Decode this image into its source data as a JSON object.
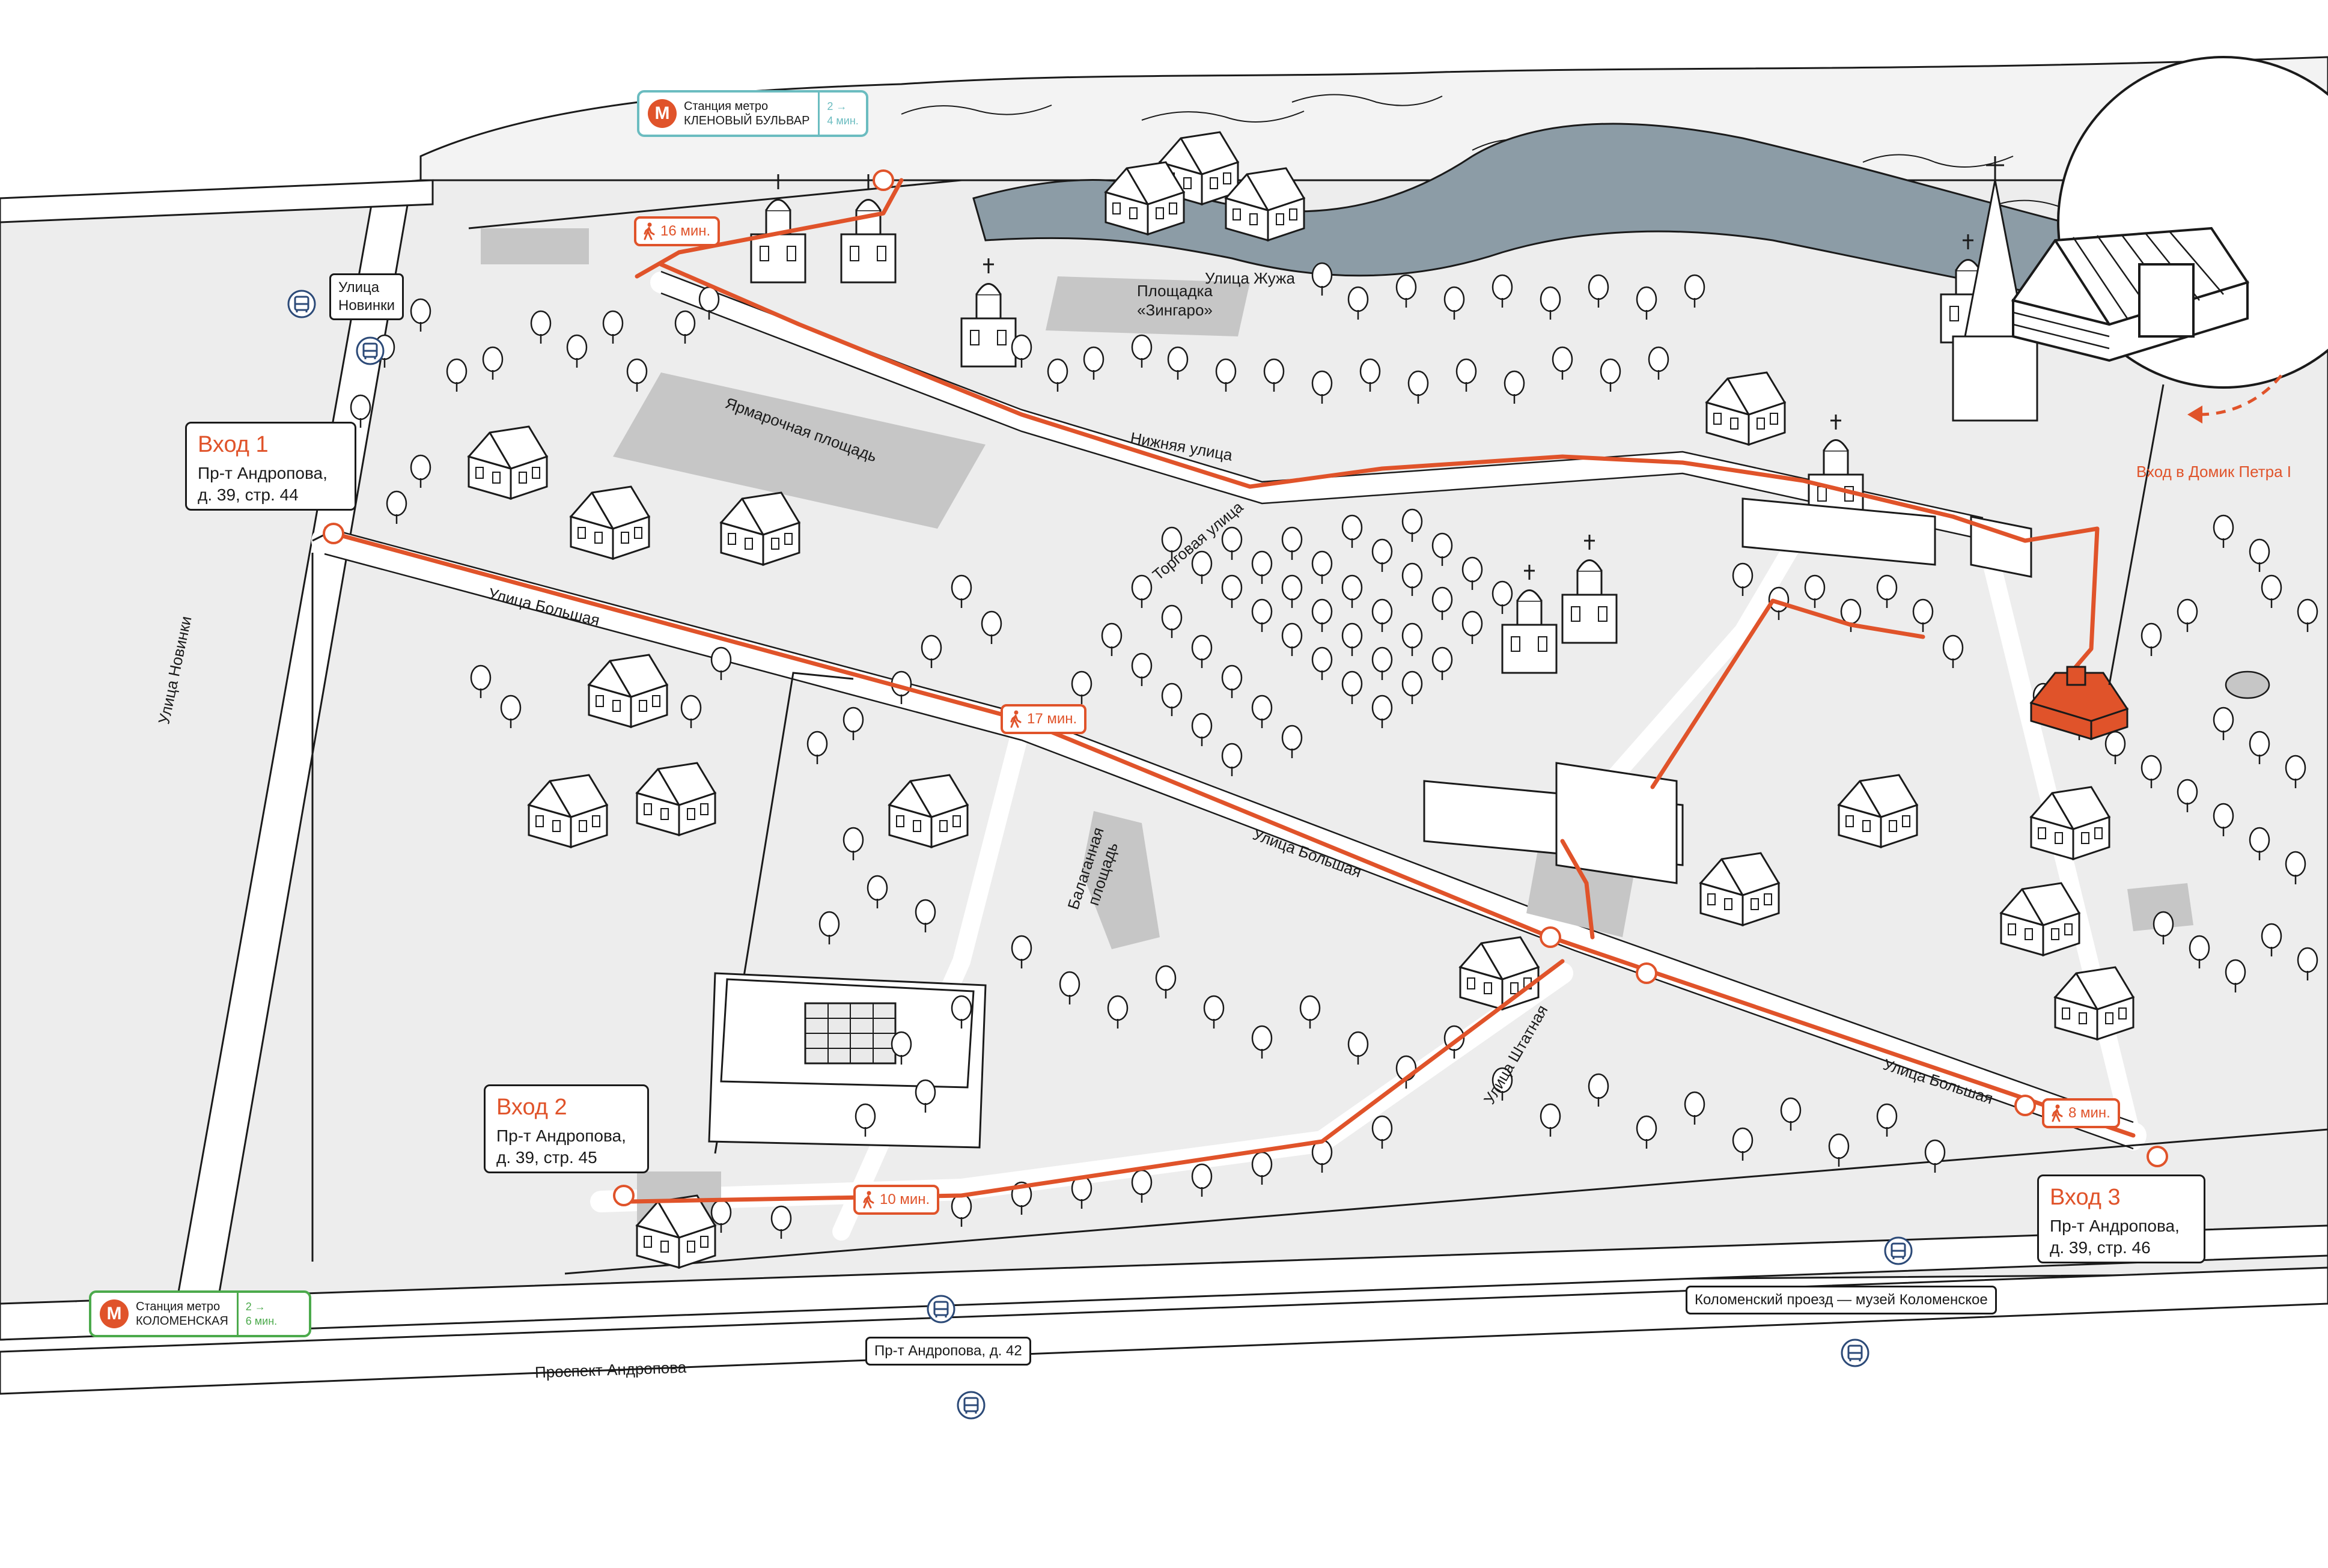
{
  "colors": {
    "accent": "#e0532a",
    "metro_kl": "#6bbcc0",
    "metro_kol": "#4caa4c",
    "river": "#8c9ca6",
    "plaza": "#c6c6c6",
    "road_fill": "#ffffff",
    "ground": "#ededed",
    "line": "#1a1a1a"
  },
  "entrances": [
    {
      "title": "Вход 1",
      "addr1": "Пр-т Андропова,",
      "addr2": "д. 39, стр. 44"
    },
    {
      "title": "Вход 2",
      "addr1": "Пр-т Андропова,",
      "addr2": "д. 39, стр. 45"
    },
    {
      "title": "Вход 3",
      "addr1": "Пр-т Андропова,",
      "addr2": "д. 39, стр. 46"
    }
  ],
  "walk_times": [
    "16 мин.",
    "17 мин.",
    "10 мин.",
    "8 мин."
  ],
  "metro": [
    {
      "line1": "Станция метро",
      "line2": "КЛЕНОВЫЙ БУЛЬВАР",
      "time1": "2 →",
      "time2": "4 мин."
    },
    {
      "line1": "Станция метро",
      "line2": "КОЛОМЕНСКАЯ",
      "time1": "2 →",
      "time2": "6 мин."
    }
  ],
  "bus_stops": [
    {
      "label1": "Улица",
      "label2": "Новинки"
    },
    {
      "label1": "Пр-т Андропова, д. 42"
    },
    {
      "label1": "Коломенский проезд — музей Коломенское"
    }
  ],
  "streets": {
    "novinki": "Улица Новинки",
    "bolshaya": "Улица Большая",
    "zhuzha": "Улица Жужа",
    "nizhnyaya": "Нижняя улица",
    "torgovaya": "Торговая улица",
    "shtatnaya": "Улица Штатная",
    "andropova": "Проспект Андропова"
  },
  "places": {
    "zingaro1": "Площадка",
    "zingaro2": "«Зингаро»",
    "yarmarochnaya": "Ярмарочная площадь",
    "balagannaya1": "Балаганная",
    "balagannaya2": "площадь"
  },
  "callout": {
    "label": "Вход в Домик Петра I"
  },
  "icons": [
    "metro-icon",
    "bus-icon",
    "walking-person-icon",
    "entrance-arrow-icon"
  ]
}
